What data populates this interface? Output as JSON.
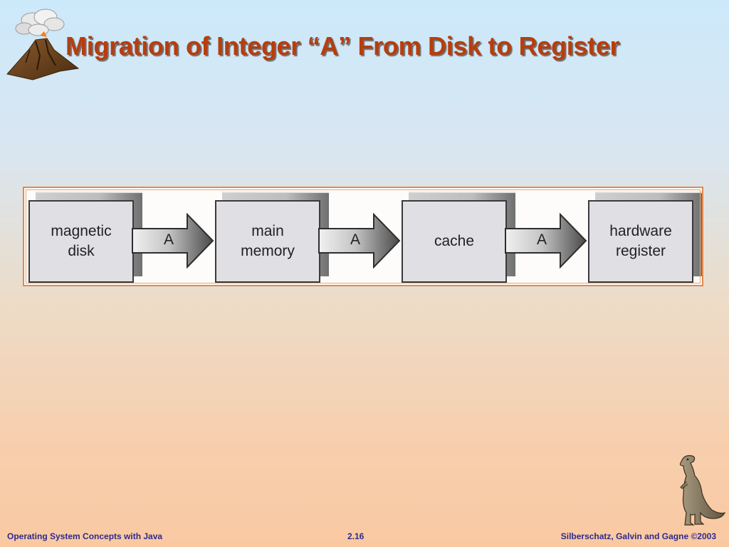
{
  "title": "Migration of Integer “A” From Disk to Register",
  "diagram": {
    "nodes": [
      {
        "label": "magnetic\ndisk"
      },
      {
        "label": "main\nmemory"
      },
      {
        "label": "cache"
      },
      {
        "label": "hardware\nregister"
      }
    ],
    "arrows": [
      {
        "label": "A"
      },
      {
        "label": "A"
      },
      {
        "label": "A"
      }
    ]
  },
  "footer": {
    "left": "Operating System Concepts with Java",
    "center": "2.16",
    "right": "Silberschatz, Galvin and Gagne ©2003"
  },
  "decorations": {
    "top_left": "volcano-icon",
    "bottom_right": "dinosaur-icon"
  },
  "colors": {
    "title": "#b83d0c",
    "footer": "#2f2a8c",
    "frame_border": "#e08a52"
  }
}
